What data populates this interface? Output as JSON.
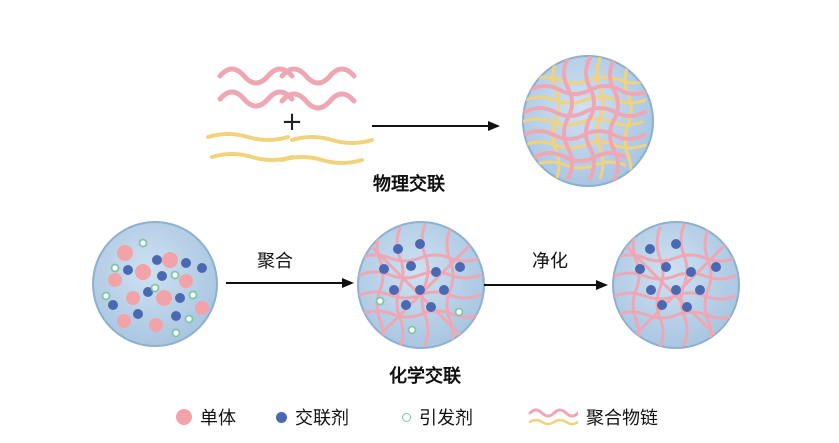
{
  "physical": {
    "title": "物理交联",
    "plus": "+"
  },
  "chemical": {
    "title": "化学交联",
    "step1_label": "聚合",
    "step2_label": "净化"
  },
  "legend": {
    "monomer": "单体",
    "crosslinker": "交联剂",
    "initiator": "引发剂",
    "polymer_chain": "聚合物链"
  },
  "colors": {
    "pink_chain": "#f0a7b4",
    "yellow_chain": "#f2d27a",
    "circle_fill": "#b9d3ea",
    "circle_stroke": "#7fa3c6",
    "monomer": "#f2a3a8",
    "crosslinker": "#4b69b2",
    "initiator": "#7cc8a4"
  }
}
